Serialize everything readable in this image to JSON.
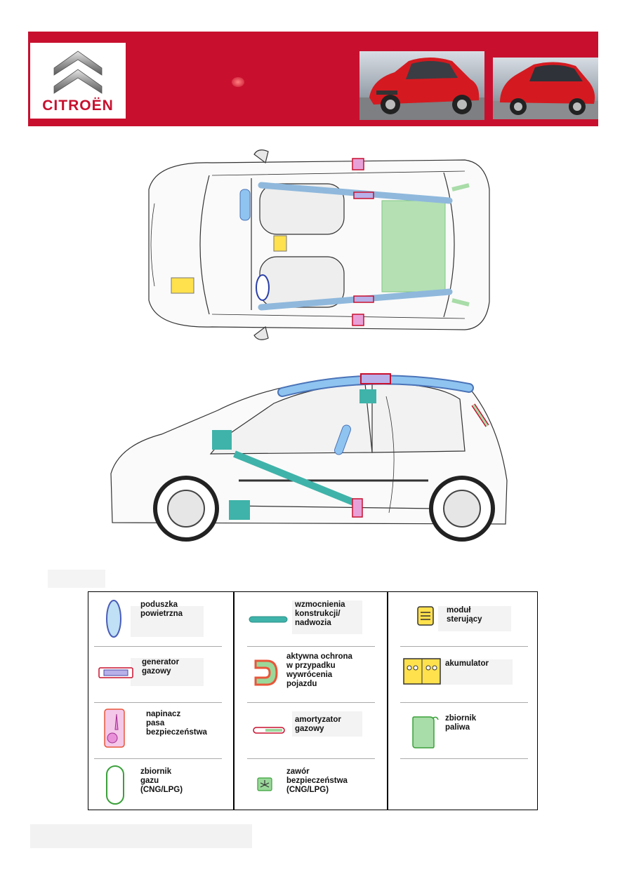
{
  "brand": {
    "logo_text": "CITROËN"
  },
  "colors": {
    "header_red": "#c8102e",
    "airbag_blue": "#7fb7e6",
    "reinforcement_teal": "#3fb3a9",
    "fuel_green": "#a8dca8",
    "battery_yellow": "#ffe14d"
  },
  "legend": {
    "items": [
      {
        "key": "airbag",
        "icon": "airbag-icon",
        "label": "poduszka\npowietrzna"
      },
      {
        "key": "reinforcement",
        "icon": "reinforcement-icon",
        "label": "wzmocnienia\nkonstrukcji/\nnadwozia"
      },
      {
        "key": "control_module",
        "icon": "control-module-icon",
        "label": "moduł\nsterujący"
      },
      {
        "key": "gas_generator",
        "icon": "gas-generator-icon",
        "label": "generator\ngazowy"
      },
      {
        "key": "rollover",
        "icon": "rollover-protection-icon",
        "label": "aktywna ochrona\nw przypadku\nwywrócenia\npojazdu"
      },
      {
        "key": "battery",
        "icon": "battery-icon",
        "label": "akumulator"
      },
      {
        "key": "pretensioner",
        "icon": "belt-pretensioner-icon",
        "label": "napinacz\npasa\nbezpieczeństwa"
      },
      {
        "key": "gas_strut",
        "icon": "gas-strut-icon",
        "label": "amortyzator\ngazowy"
      },
      {
        "key": "fuel_tank",
        "icon": "fuel-tank-icon",
        "label": "zbiornik\npaliwa"
      },
      {
        "key": "gas_tank",
        "icon": "gas-tank-icon",
        "label": "zbiornik\ngazu\n(CNG/LPG)"
      },
      {
        "key": "safety_valve",
        "icon": "safety-valve-icon",
        "label": "zawór\nbezpieczeństwa\n(CNG/LPG)"
      }
    ]
  }
}
